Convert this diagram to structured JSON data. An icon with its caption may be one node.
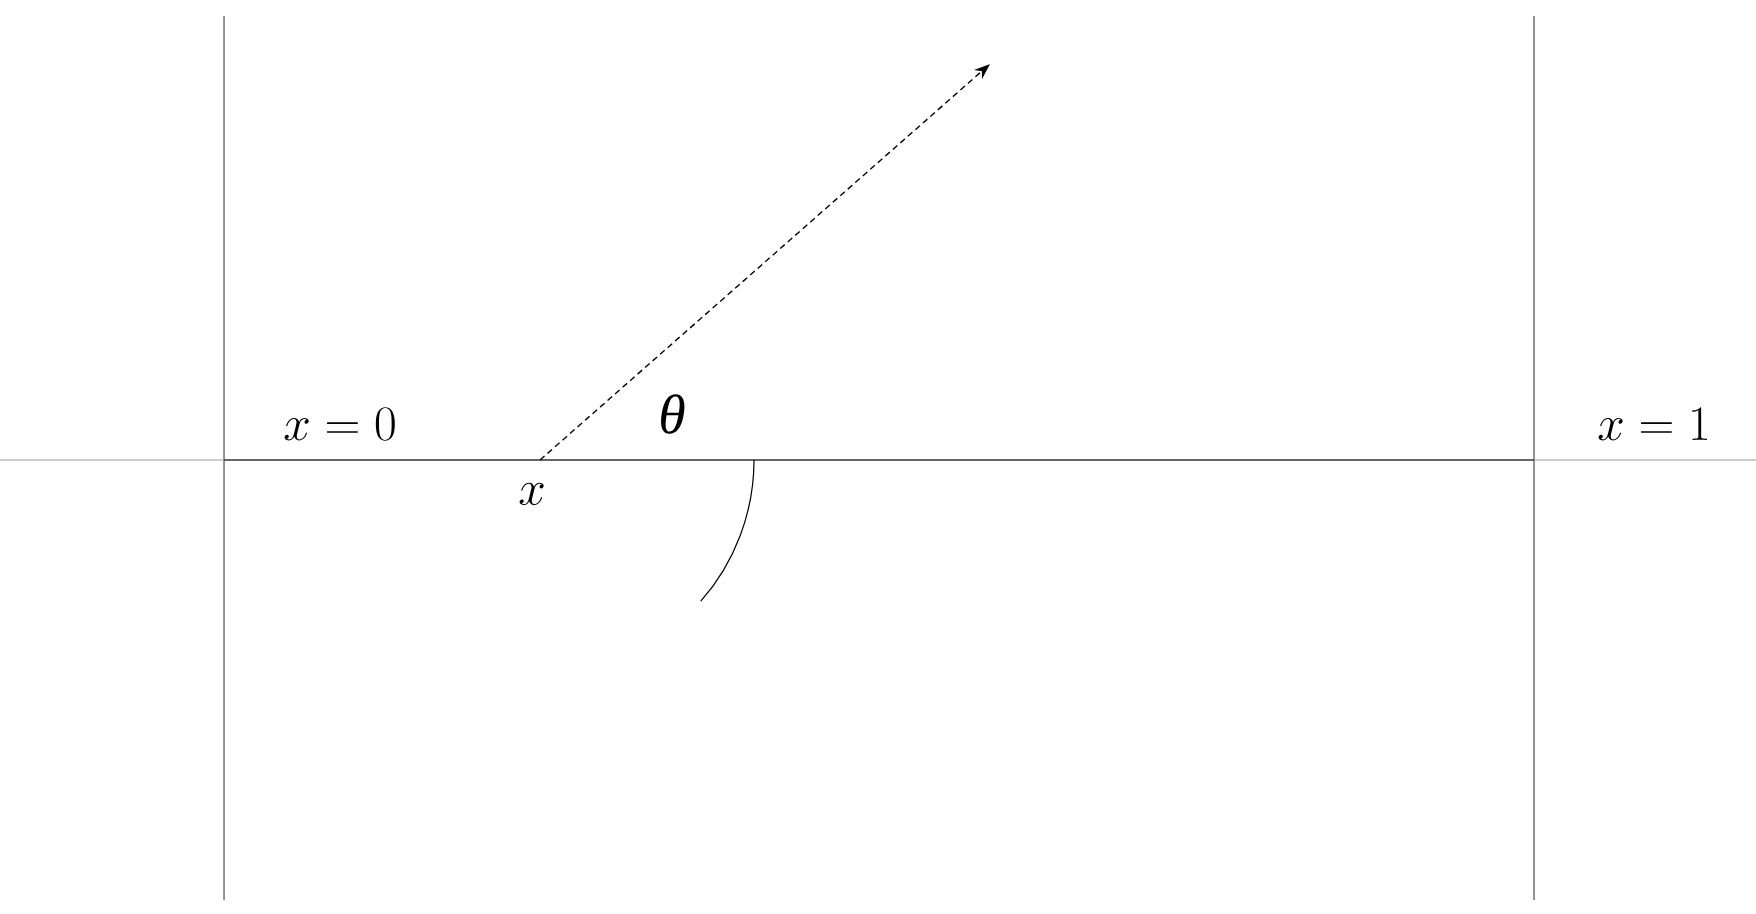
{
  "diagram": {
    "labels": [
      "x = 0",
      "x = 1",
      "x",
      "θ"
    ]
  }
}
